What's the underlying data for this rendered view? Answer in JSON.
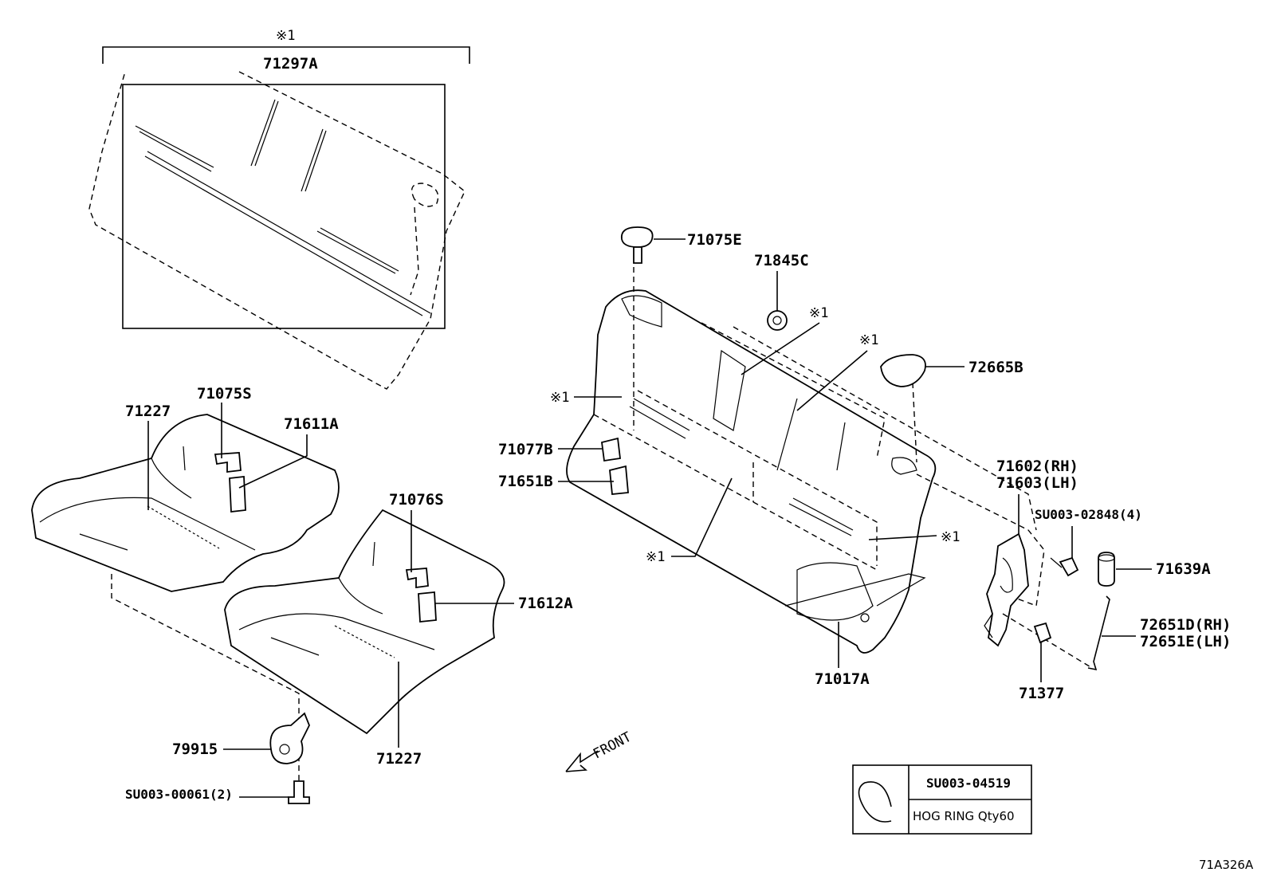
{
  "diagram_code": "71A326A",
  "note_marker": "※1",
  "direction_label": "FRONT",
  "callouts": {
    "p71297A": "71297A",
    "p71075S": "71075S",
    "p71227_top": "71227",
    "p71611A": "71611A",
    "p71076S": "71076S",
    "p71612A": "71612A",
    "p71227_bottom": "71227",
    "p79915": "79915",
    "pSU00300061": "SU003-00061(2)",
    "p71075E": "71075E",
    "p71845C": "71845C",
    "p72665B": "72665B",
    "p71077B": "71077B",
    "p71651B": "71651B",
    "p71602": "71602(RH)",
    "p71603": "71603(LH)",
    "pSU00302848": "SU003-02848(4)",
    "p71639A": "71639A",
    "p72651D": "72651D(RH)",
    "p72651E": "72651E(LH)",
    "p71377": "71377",
    "p71017A": "71017A"
  },
  "legend_box": {
    "part_number": "SU003-04519",
    "description": "HOG RING Qty60"
  }
}
